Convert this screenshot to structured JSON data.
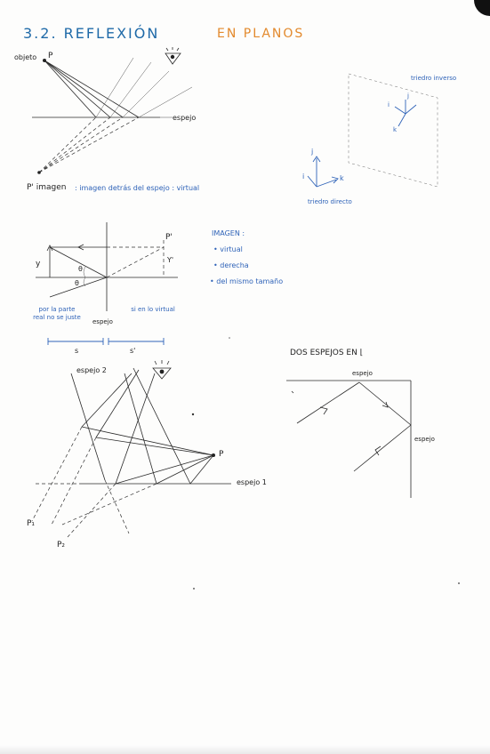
{
  "header": {
    "title": "3.2. REFLEXIÓN",
    "subtitle": "EN PLANOS"
  },
  "diagram1": {
    "object_label": "objeto",
    "point_label": "P",
    "mirror_label": "espejo",
    "image_label": "P' imagen",
    "image_note": ": imagen detrás del espejo : virtual"
  },
  "axes": {
    "inverse_frame": "triedro inverso",
    "direct_frame": "triedro directo",
    "i_label": "i",
    "j_label": "j",
    "k_label": "k"
  },
  "diagram2": {
    "p_prime": "P'",
    "y_label": "y",
    "y_prime_label": "Y'",
    "theta_label": "θ",
    "left_note": "por la parte real no se juste",
    "mirror_label": "espejo",
    "right_note": "si en lo virtual",
    "s_label": "s",
    "s_prime_label": "s'"
  },
  "image_props": {
    "heading": "IMAGEN :",
    "items": [
      "• virtual",
      "• derecha",
      "• del mismo tamaño"
    ]
  },
  "diagram3": {
    "mirror2_label": "espejo 2",
    "mirror1_label": "espejo 1",
    "p_label": "P",
    "p1_label": "P₁",
    "p2_label": "P₂"
  },
  "diagram4": {
    "heading": "DOS ESPEJOS EN ⌊",
    "top_mirror_label": "espejo",
    "side_mirror_label": "espejo"
  }
}
